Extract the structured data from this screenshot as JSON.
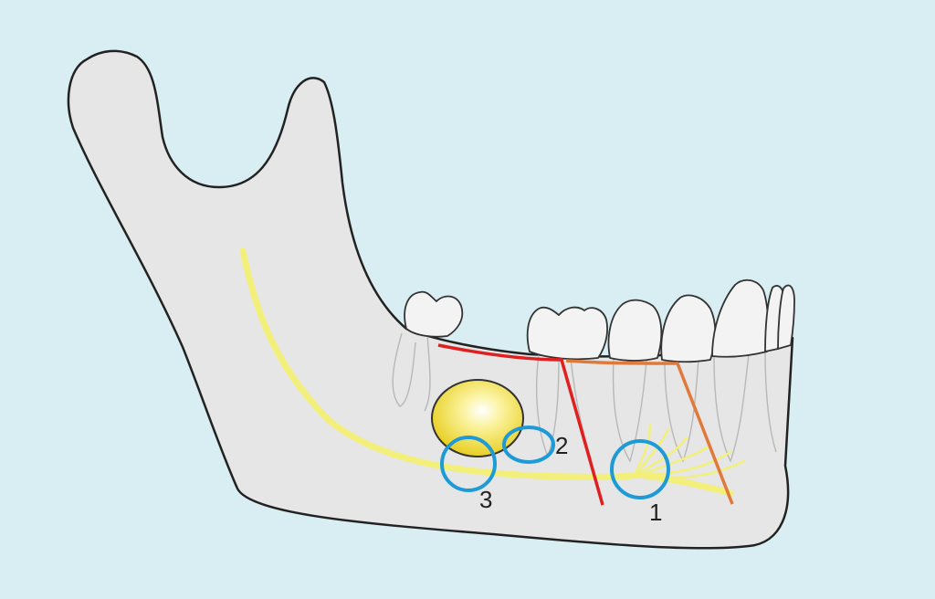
{
  "colors": {
    "background": "#d8eef2",
    "bone": "#e6e6e6",
    "bone_outline": "#222222",
    "tooth": "#f3f3f3",
    "nerve": "#f2f07a",
    "lesion": "#f0dc3c",
    "line_red": "#e02020",
    "line_orange": "#e07a3a",
    "marker_circle": "#1e9ad6"
  },
  "markers": [
    {
      "id": "1",
      "label": "1"
    },
    {
      "id": "2",
      "label": "2"
    },
    {
      "id": "3",
      "label": "3"
    }
  ]
}
